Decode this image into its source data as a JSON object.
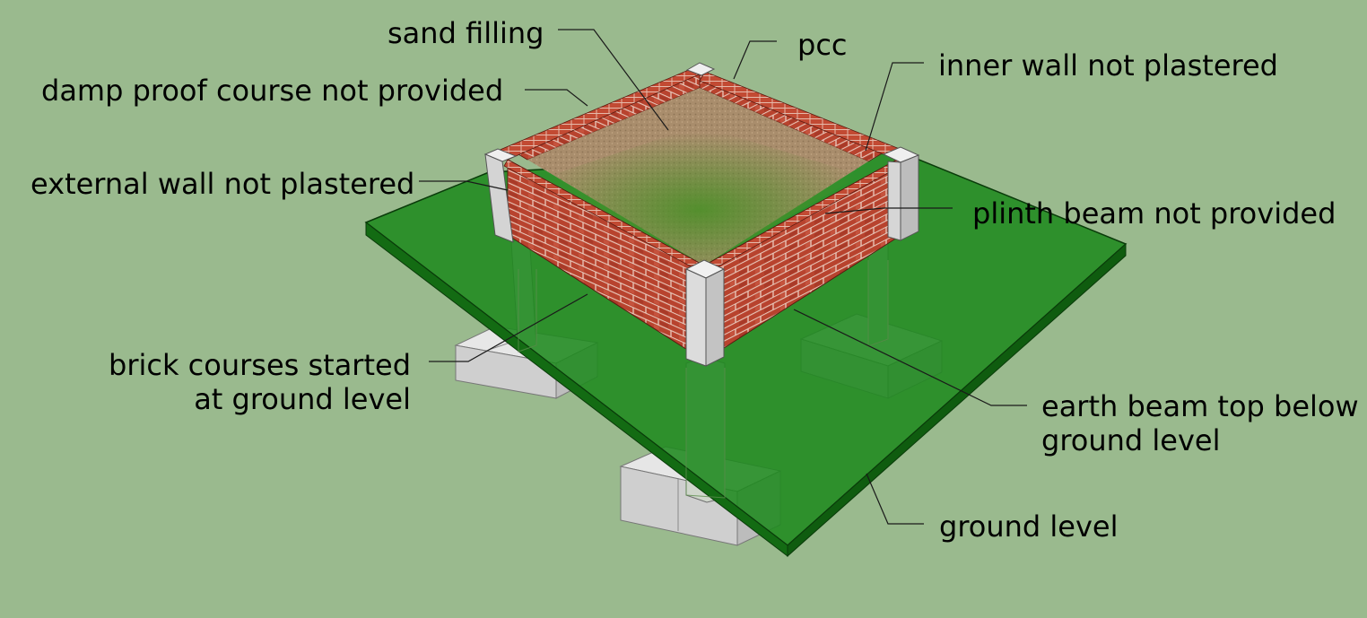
{
  "labels": {
    "sand_filling": "sand filling",
    "pcc": "pcc",
    "inner_wall": "inner wall not plastered",
    "damp_proof": "damp proof course not provided",
    "external_wall": "external wall not plastered",
    "plinth_beam": "plinth beam not provided",
    "brick_courses_line1": "brick courses started",
    "brick_courses_line2": "at ground level",
    "earth_beam_line1": "earth beam top below",
    "earth_beam_line2": "ground level",
    "ground_level": "ground level"
  },
  "colors": {
    "background": "#9aba8e",
    "ground": "#1f8a1f",
    "brick": "#b8432e",
    "mortar": "#e6c2b6",
    "sand": "#a98d6c",
    "concrete": "#d6d6d6"
  }
}
